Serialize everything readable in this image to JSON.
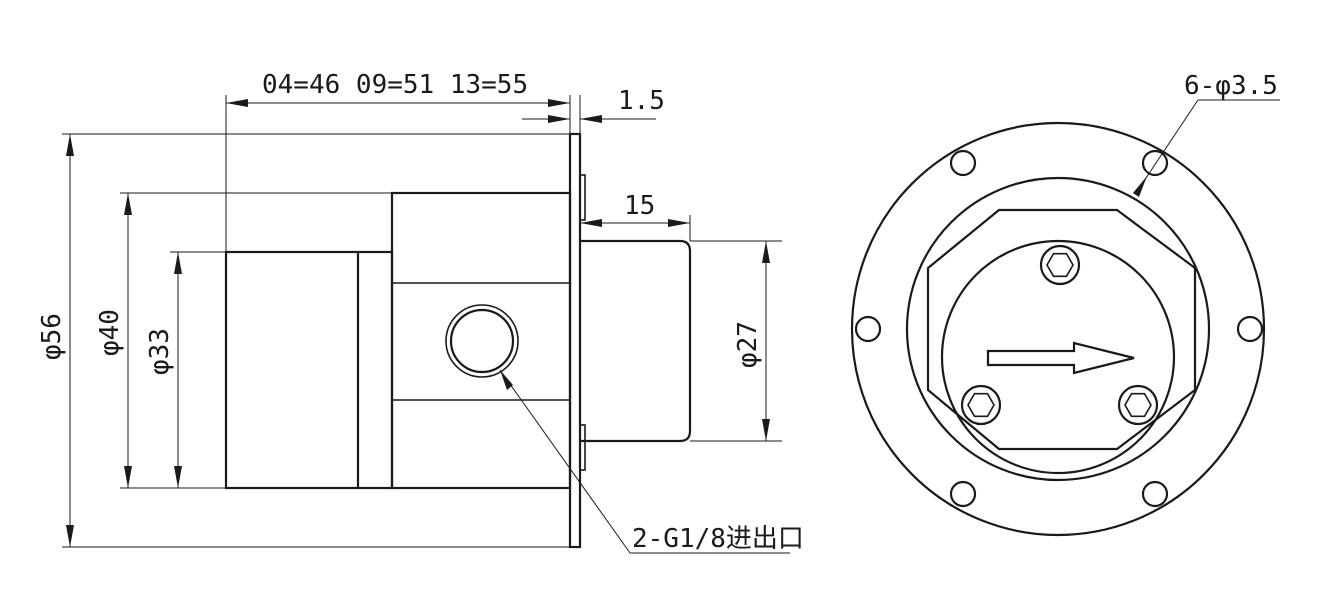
{
  "side_view": {
    "length_dim": "04=46  09=51  13=55",
    "flange_thickness": "1.5",
    "diameter_56": "φ56",
    "diameter_40": "φ40",
    "diameter_33": "φ33",
    "shaft_length": "15",
    "diameter_27": "φ27",
    "port_callout": "2-G1/8进出口"
  },
  "front_view": {
    "hole_callout": "6-φ3.5"
  },
  "colors": {
    "line": "#1a1a1a",
    "background": "#ffffff"
  }
}
